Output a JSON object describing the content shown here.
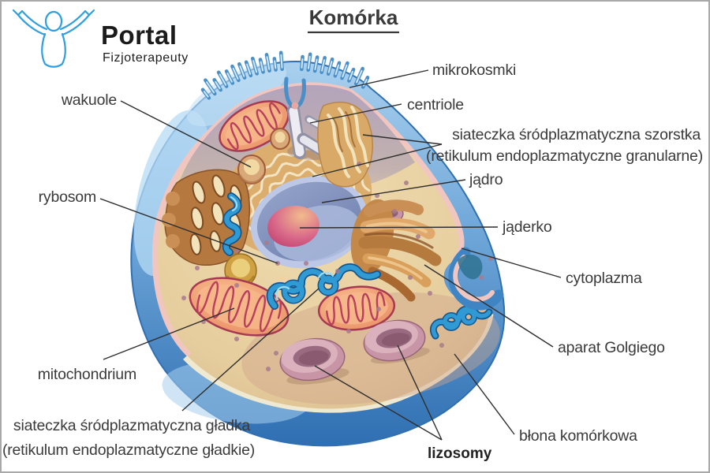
{
  "logo": {
    "brand": "Portal",
    "subtitle": "Fizjoterapeuty",
    "icon": "person-raised-arms-icon",
    "brand_color": "#1b1b1b",
    "figure_color": "#2f9fe0"
  },
  "title": {
    "text": "Komórka"
  },
  "labels": {
    "mikrokosmki": "mikrokosmki",
    "centriole": "centriole",
    "er_szorstka_1": "siateczka śródplazmatyczna szorstka",
    "er_szorstka_2": "(retikulum endoplazmatyczne granularne)",
    "jadro": "jądro",
    "jaderko": "jąderko",
    "cytoplazma": "cytoplazma",
    "aparat_golgiego": "aparat Golgiego",
    "blona_komorkowa": "błona komórkowa",
    "lizosomy": "lizosomy",
    "wakuole": "wakuole",
    "rybosom": "rybosom",
    "mitochondrium": "mitochondrium",
    "er_gladka_1": "siateczka śródplazmatyczna gładka",
    "er_gladka_2": "(retikulum endoplazmatyczne gładkie)"
  },
  "colors": {
    "label_text": "#3a3a3a",
    "leader_line": "#2e2e2e",
    "membrane_blue": "#3f85c4",
    "membrane_light": "#aed4f0",
    "bowl_blue": "#2f6fb2",
    "lining_pink": "#f2c6c0",
    "rim_cream": "#efe9d2",
    "cytoplasm_tan": "#ead3a5",
    "back_wall": "#a89ab5",
    "mitochondrion_body": "#ef9a70",
    "mitochondrion_cristae": "#b8405c",
    "er_tan": "#d9a968",
    "er_cream": "#f3e3bb",
    "golgi_brown": "#a8682f",
    "tubule_blue": "#2f9ad4",
    "nucleus_blue": "#8495bd",
    "nucleolus_magenta": "#c23e72",
    "lysosome_mauve": "#c795a6",
    "gold_ring": "#cfa144",
    "ribosome_dot": "#a87a8c"
  }
}
